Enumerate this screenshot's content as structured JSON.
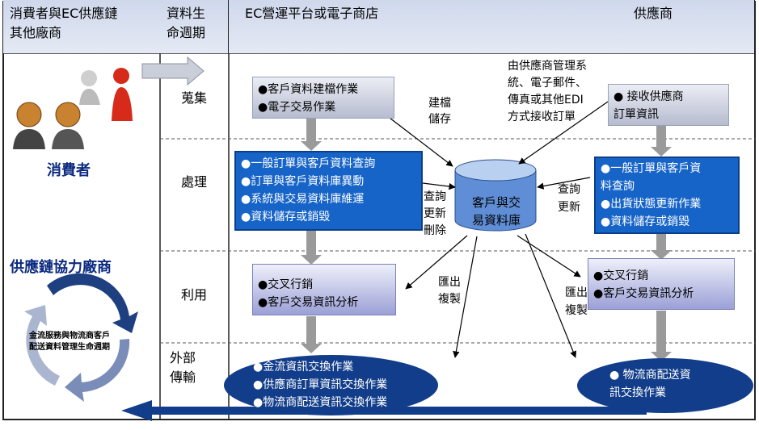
{
  "header": {
    "col1": [
      "消費者與EC供應鏈",
      "其他廠商"
    ],
    "col2": [
      "資料生",
      "命週期"
    ],
    "col3": "EC營運平台或電子商店",
    "col4": "供應商"
  },
  "phases": [
    "蒐集",
    "處理",
    "利用",
    "外部傳輸"
  ],
  "left_panel": {
    "consumer_label": "消費者",
    "supply_chain_label": "供應鏈協力廠商",
    "cycle_text": [
      "金流服務與物流商客戶",
      "配送資料管理生命週期"
    ]
  },
  "platform": {
    "collect": [
      "●客戶資料建檔作業",
      "●電子交易作業"
    ],
    "process": [
      "●一般訂單與客戶資料查詢",
      "●訂單與客戶資料庫異動",
      "●系統與交易資料庫維運",
      "●資料儲存或銷毀"
    ],
    "use": [
      "●交叉行銷",
      "●客戶交易資訊分析"
    ],
    "transfer": [
      "●金流資訊交換作業",
      "●供應商訂單資訊交換作業",
      "●物流商配送資訊交換作業"
    ]
  },
  "supplier": {
    "collect": [
      "●  接收供應商",
      "    訂單資訊"
    ],
    "process": [
      "●一般訂單與客戶資",
      "  料查詢",
      "●出貨狀態更新作業",
      "●資料儲存或銷毀"
    ],
    "use": [
      "●交叉行銷",
      "●客戶交易資訊分析"
    ],
    "transfer": [
      "●  物流商配送資",
      "    訊交換作業"
    ]
  },
  "database": [
    "客戶與交",
    "易資料庫"
  ],
  "labels": {
    "build_store": [
      "建檔",
      "儲存"
    ],
    "query_update_delete": [
      "查詢",
      "更新",
      "刪除"
    ],
    "query_update": [
      "查詢",
      "更新"
    ],
    "export_copy_left": [
      "匯出",
      "複製"
    ],
    "export_copy_right": [
      "匯出",
      "複製"
    ],
    "supplier_note": [
      "由供應商管理系",
      "統、電子郵件、",
      "傳真或其他EDI",
      "方式接收訂單"
    ]
  },
  "colors": {
    "header_bg": "#d5dcef",
    "blue_box": "#1764c8",
    "ellipse": "#123d8a",
    "gray_arrow": "#9a9a9a"
  }
}
